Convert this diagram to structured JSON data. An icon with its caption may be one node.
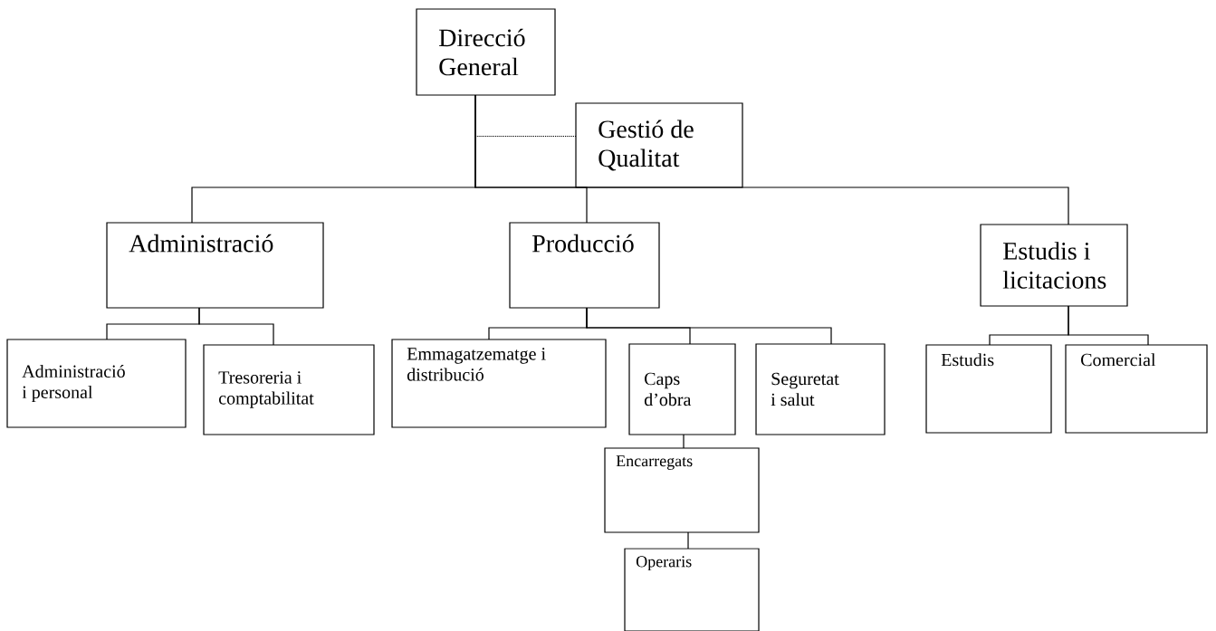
{
  "diagram": {
    "nodes": [
      {
        "text": [
          "Direcció General"
        ]
      },
      {
        "text": [
          "Gestió de Qualitat"
        ]
      },
      {
        "text": [
          "Administració"
        ]
      },
      {
        "text": [
          "Producció"
        ]
      },
      {
        "text": [
          "Estudis i licitacions"
        ]
      },
      {
        "text": [
          "Administració i personal"
        ]
      },
      {
        "text": [
          "Tresoreria i comptabilitat"
        ]
      },
      {
        "text": [
          "Emmagatzematge i distribució"
        ]
      },
      {
        "text": [
          "Caps d’obra"
        ]
      },
      {
        "text": [
          "Seguretat i salut"
        ]
      },
      {
        "text": [
          "Estudis"
        ]
      },
      {
        "text": [
          "Comercial"
        ]
      },
      {
        "text": [
          "Encarregats"
        ]
      },
      {
        "text": [
          "Operaris"
        ]
      }
    ],
    "edges": [
      {
        "from": 0,
        "to": 1,
        "arrow": "none",
        "style": "dashed"
      },
      {
        "from": 0,
        "to": 2,
        "arrow": "none"
      },
      {
        "from": 0,
        "to": 3,
        "arrow": "none"
      },
      {
        "from": 0,
        "to": 4,
        "arrow": "none"
      },
      {
        "from": 2,
        "to": 5,
        "arrow": "none"
      },
      {
        "from": 2,
        "to": 6,
        "arrow": "none"
      },
      {
        "from": 3,
        "to": 7,
        "arrow": "none"
      },
      {
        "from": 3,
        "to": 8,
        "arrow": "none"
      },
      {
        "from": 3,
        "to": 9,
        "arrow": "none"
      },
      {
        "from": 4,
        "to": 10,
        "arrow": "none"
      },
      {
        "from": 4,
        "to": 11,
        "arrow": "none"
      },
      {
        "from": 8,
        "to": 12,
        "arrow": "none"
      },
      {
        "from": 12,
        "to": 13,
        "arrow": "none"
      }
    ]
  }
}
